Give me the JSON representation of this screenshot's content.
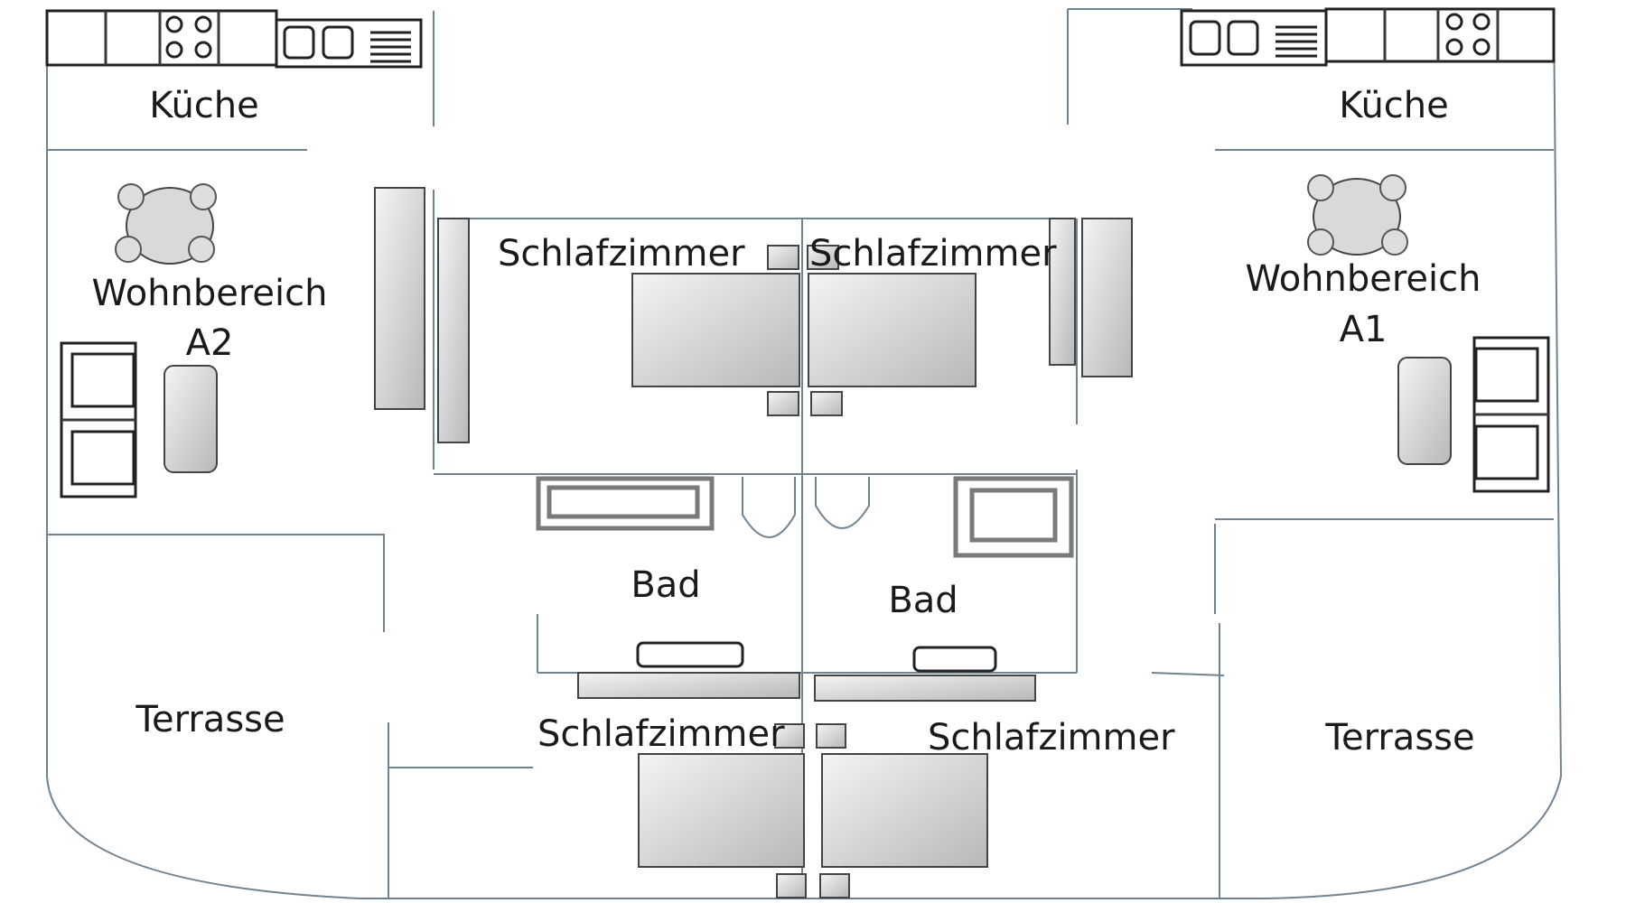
{
  "title": "Grundriss Wohnungen A1 und A2",
  "rooms": {
    "kitchen_left": "Küche",
    "kitchen_right": "Küche",
    "living_left": "Wohnbereich",
    "living_left_unit": "A2",
    "living_right": "Wohnbereich",
    "living_right_unit": "A1",
    "bedroom_upper_left": "Schlafzimmer",
    "bedroom_upper_right": "Schlafzimmer",
    "bath_left": "Bad",
    "bath_right": "Bad",
    "bedroom_lower_left": "Schlafzimmer",
    "bedroom_lower_right": "Schlafzimmer",
    "terrace_left": "Terrasse",
    "terrace_right": "Terrasse"
  },
  "colors": {
    "wall": "#6f8393",
    "furniture_light": "#f4f4f4",
    "furniture_dark": "#b8b8b8",
    "text": "#1a1a1a"
  },
  "icons": [
    "stove-icon",
    "sink-icon",
    "dining-table-icon",
    "bed-icon",
    "bathtub-icon",
    "shower-icon",
    "wardrobe-icon",
    "sofa-icon"
  ]
}
